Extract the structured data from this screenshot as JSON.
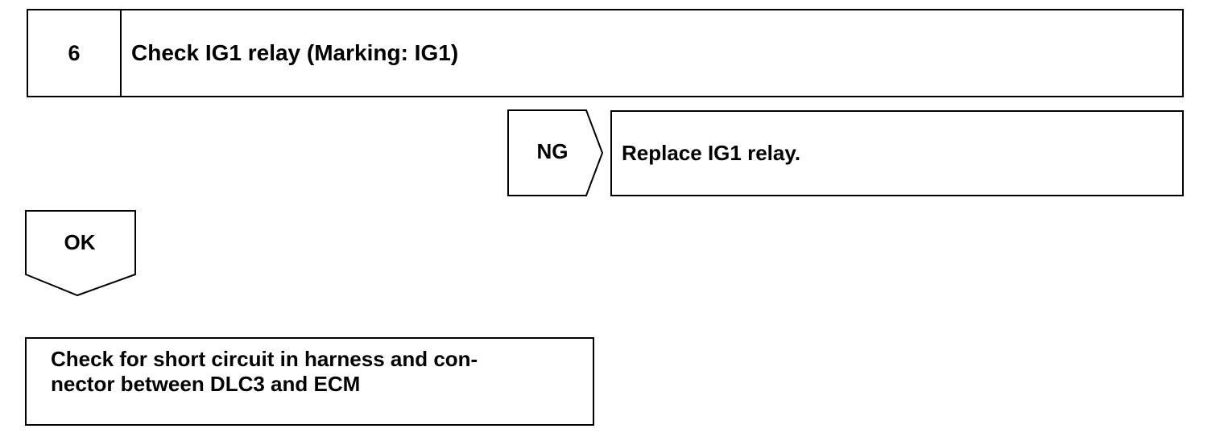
{
  "step": {
    "number": "6",
    "title": "Check IG1 relay (Marking: IG1)"
  },
  "ng_branch": {
    "label": "NG",
    "action": "Replace IG1 relay."
  },
  "ok_branch": {
    "label": "OK"
  },
  "final_step": {
    "text": "Check for short circuit in harness and con-\nnector between DLC3 and ECM"
  }
}
